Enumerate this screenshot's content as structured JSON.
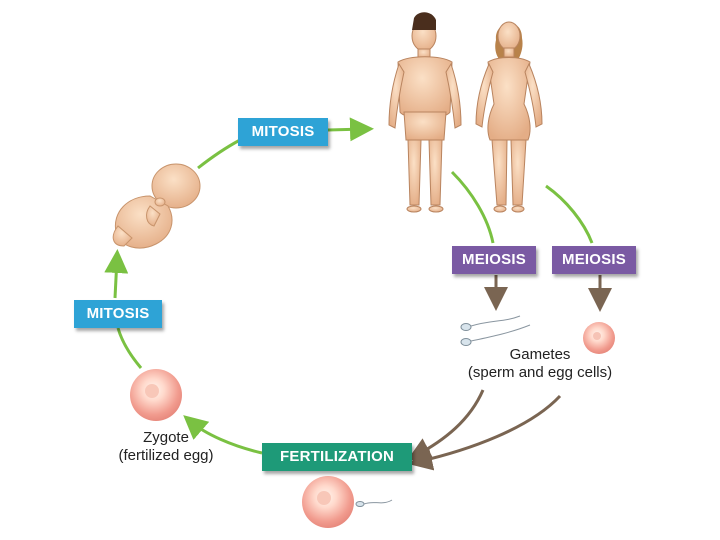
{
  "labels": {
    "mitosis_top": "MITOSIS",
    "mitosis_left": "MITOSIS",
    "meiosis_male": "MEIOSIS",
    "meiosis_female": "MEIOSIS",
    "fertilization": "FERTILIZATION"
  },
  "captions": {
    "gametes_line1": "Gametes",
    "gametes_line2": "(sperm and egg cells)",
    "zygote_line1": "Zygote",
    "zygote_line2": "(fertilized egg)"
  },
  "colors": {
    "mitosis": "#2ea3d6",
    "meiosis": "#7a5aa3",
    "fertilization": "#1e9a78",
    "green_arrow": "#7ac142",
    "brown_arrow": "#7a6552",
    "skin": "#f0c39c",
    "egg": "#f3a9a0"
  }
}
